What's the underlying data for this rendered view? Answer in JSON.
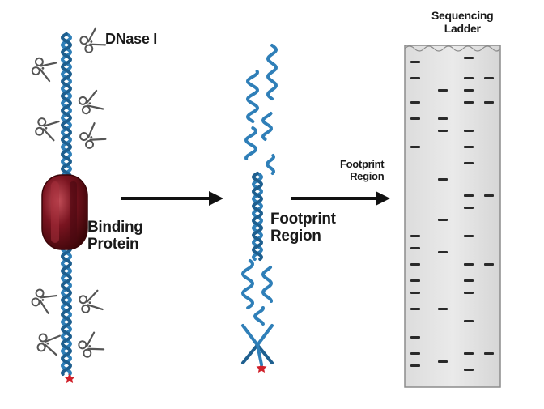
{
  "labels": {
    "enzyme": "DNase I",
    "protein_line1": "Binding",
    "protein_line2": "Protein",
    "footprint_line1": "Footprint",
    "footprint_line2": "Region",
    "gel_footprint_line1": "Footprint",
    "gel_footprint_line2": "Region",
    "ladder_line1": "Sequencing",
    "ladder_line2": "Ladder"
  },
  "colors": {
    "dna": "#2f7fb8",
    "dna_dark": "#1e5f8f",
    "protein": "#7a1420",
    "protein_highlight": "#c4505a",
    "arrow": "#111111",
    "gel_bg": "#e6e6e6",
    "gel_border": "#8c8c8c",
    "band": "#2a2a2a",
    "end_label": "#d0202a"
  },
  "icons": [
    "scissors-icon",
    "end-label-star-icon",
    "arrow-right-icon"
  ],
  "gel": {
    "lanes": 4,
    "bands": [
      [
        75,
        95,
        125,
        145,
        180,
        290,
        305,
        325,
        345,
        360,
        380,
        415,
        435,
        450
      ],
      [
        110,
        145,
        160,
        220,
        270,
        310,
        380,
        445
      ],
      [
        70,
        95,
        110,
        125,
        160,
        180,
        200,
        240,
        255,
        290,
        325,
        345,
        360,
        395,
        435,
        455
      ],
      [
        95,
        125,
        240,
        325,
        435
      ]
    ]
  }
}
